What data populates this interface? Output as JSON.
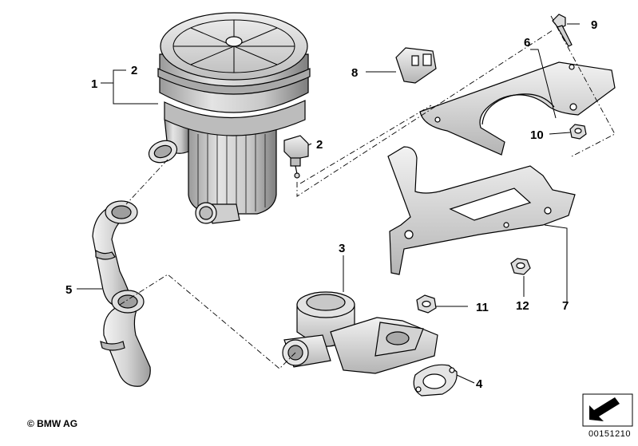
{
  "callouts": {
    "c1": "1",
    "c2a": "2",
    "c2b": "2",
    "c3": "3",
    "c4": "4",
    "c5": "5",
    "c6": "6",
    "c7": "7",
    "c8": "8",
    "c9": "9",
    "c10": "10",
    "c11": "11",
    "c12": "12"
  },
  "footer": {
    "copyright": "© BMW AG",
    "document_number": "00151210"
  }
}
